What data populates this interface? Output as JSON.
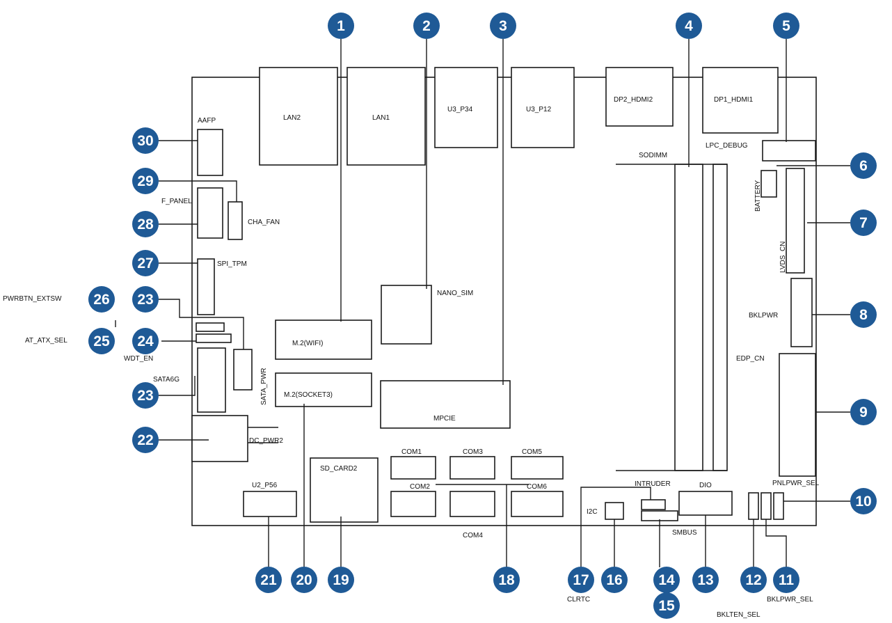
{
  "colors": {
    "callout": "#1f5a96",
    "outline": "#1a1a1a",
    "background": "#ffffff"
  },
  "board": {
    "connector_labels": {
      "lan2": "LAN2",
      "lan1": "LAN1",
      "u3_p34": "U3_P34",
      "u3_p12": "U3_P12",
      "dp2_hdmi2": "DP2_HDMI2",
      "dp1_hdmi1": "DP1_HDMI1",
      "lpc_debug": "LPC_DEBUG",
      "sodimm": "SODIMM",
      "battery": "BATTERY",
      "lvds_cn": "LVDS_CN",
      "bklpwr": "BKLPWR",
      "edp_cn": "EDP_CN",
      "pnlpwr_sel": "PNLPWR_SEL",
      "bklpwr_sel": "BKLPWR_SEL",
      "bklten_sel": "BKLTEN_SEL",
      "dio": "DIO",
      "smbus": "SMBUS",
      "intruder": "INTRUDER",
      "i2c": "I2C",
      "clrtc": "CLRTC",
      "com1": "COM1",
      "com2": "COM2",
      "com3": "COM3",
      "com4": "COM4",
      "com5": "COM5",
      "com6": "COM6",
      "sd_card2": "SD_CARD2",
      "u2_p56": "U2_P56",
      "m2_socket3": "M.2(SOCKET3)",
      "mpcie": "MPCIE",
      "m2_wifi": "M.2(WIFI)",
      "nano_sim": "NANO_SIM",
      "dc_pwr2": "DC_PWR2",
      "sata6g": "SATA6G",
      "sata_pwr": "SATA_PWR",
      "wdt_en": "WDT_EN",
      "at_atx_sel": "AT_ATX_SEL",
      "pwrbtn_extsw": "PWRBTN_EXTSW",
      "spi_tpm": "SPI_TPM",
      "f_panel": "F_PANEL",
      "cha_fan": "CHA_FAN",
      "aafp": "AAFP"
    }
  },
  "callouts": [
    "1",
    "2",
    "3",
    "4",
    "5",
    "6",
    "7",
    "8",
    "9",
    "10",
    "11",
    "12",
    "13",
    "14",
    "15",
    "16",
    "17",
    "18",
    "19",
    "20",
    "21",
    "22",
    "23",
    "24",
    "25",
    "26",
    "27",
    "28",
    "29",
    "30"
  ]
}
